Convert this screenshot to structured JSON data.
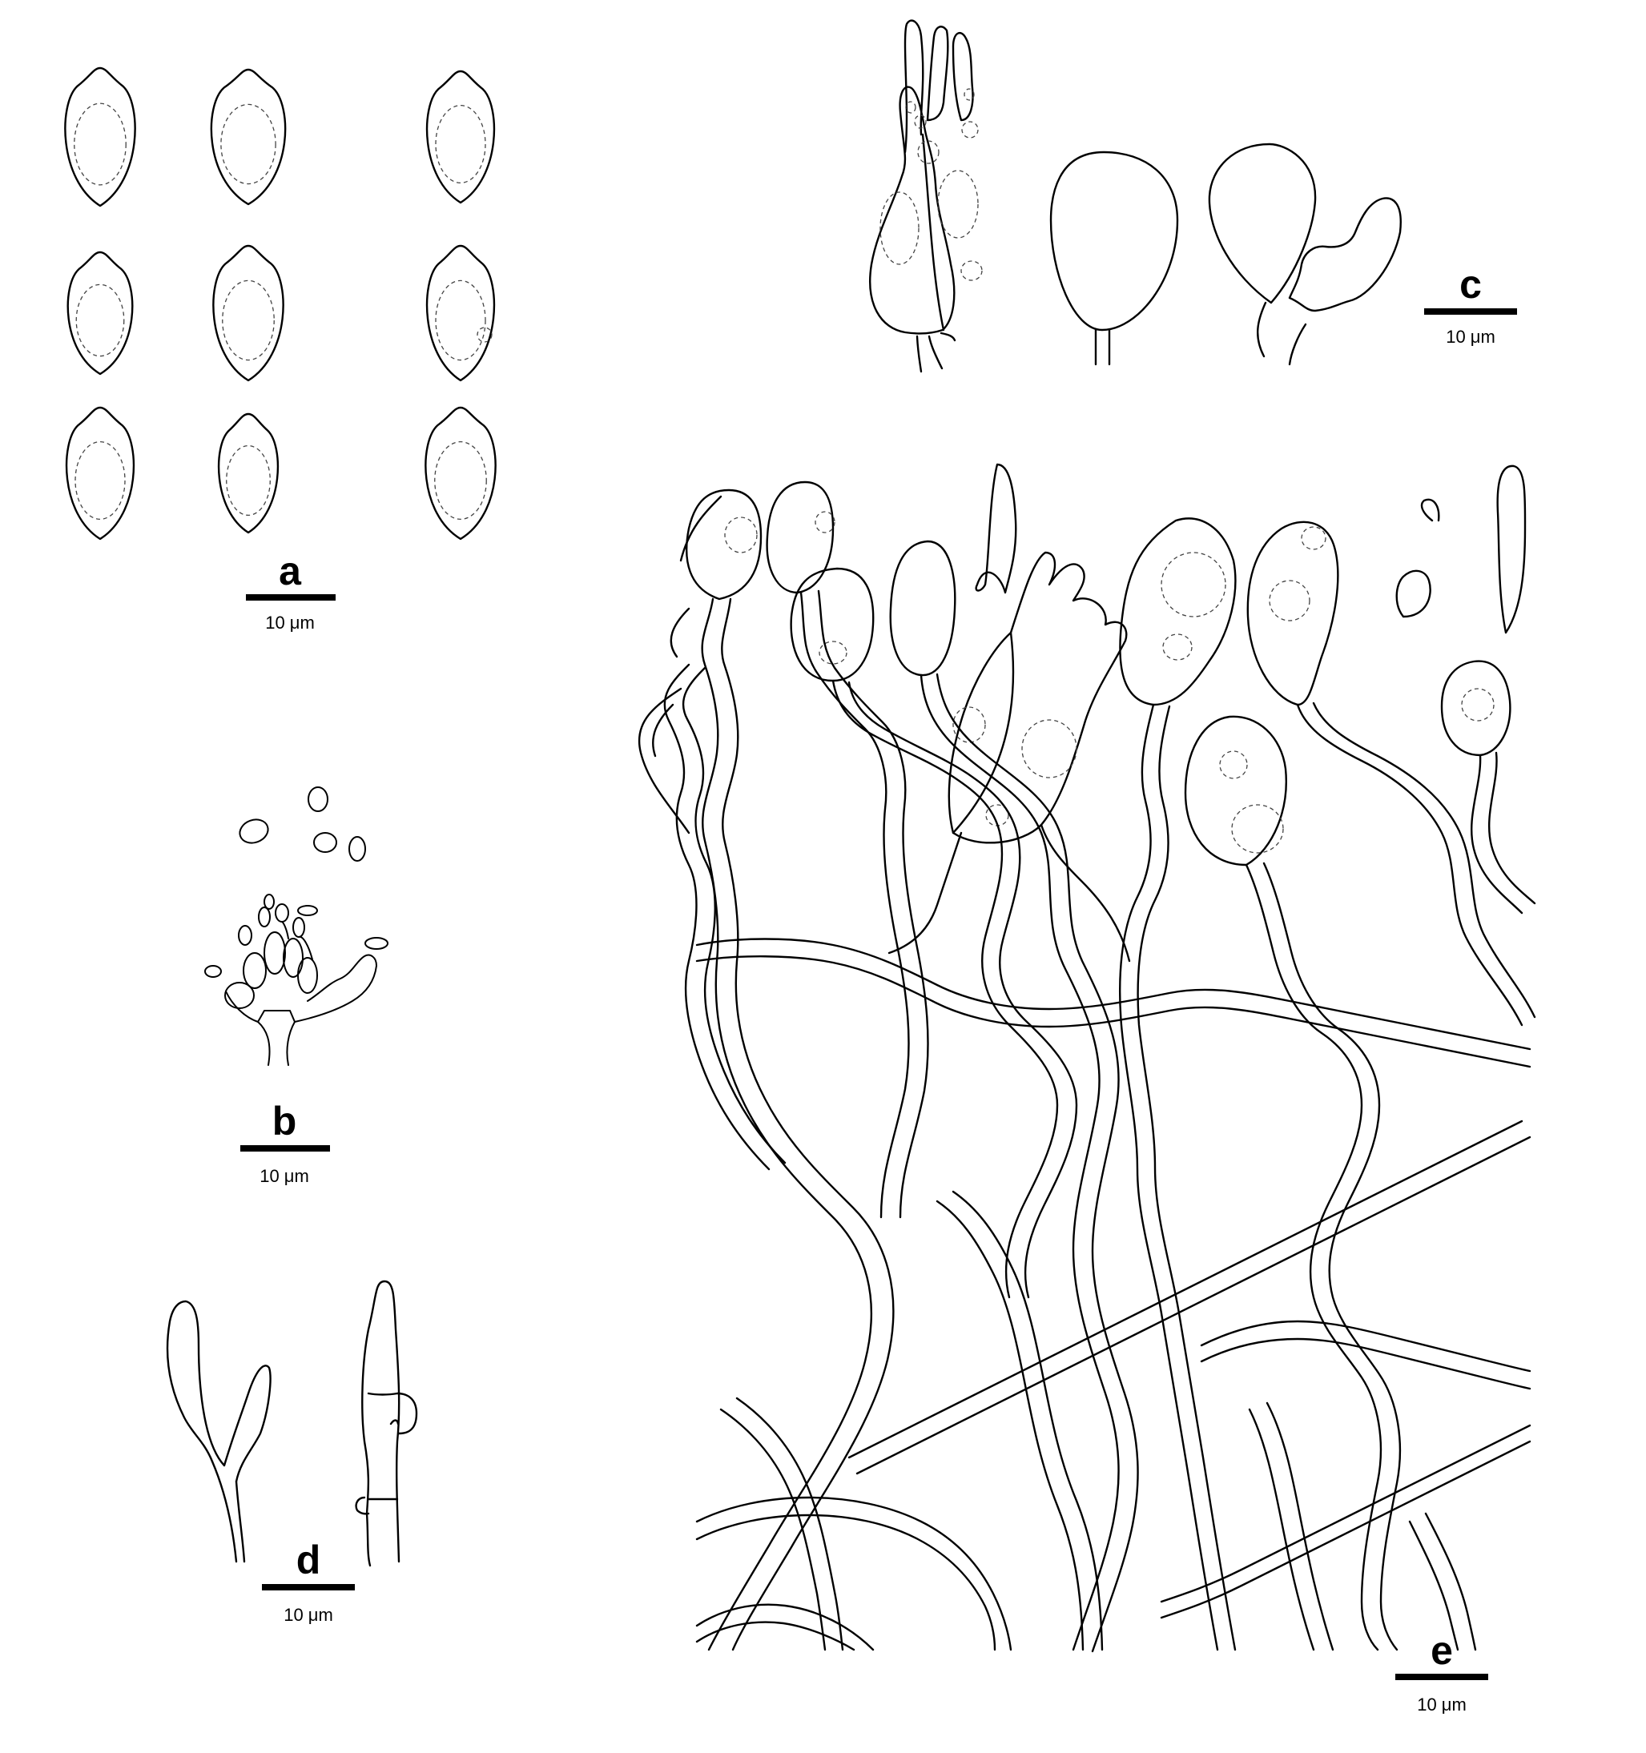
{
  "panels": {
    "a": {
      "label": "a",
      "scale": "10 μm"
    },
    "b": {
      "label": "b",
      "scale": "10 μm"
    },
    "c": {
      "label": "c",
      "scale": "10 μm"
    },
    "d": {
      "label": "d",
      "scale": "10 μm"
    },
    "e": {
      "label": "e",
      "scale": "10 μm"
    }
  }
}
